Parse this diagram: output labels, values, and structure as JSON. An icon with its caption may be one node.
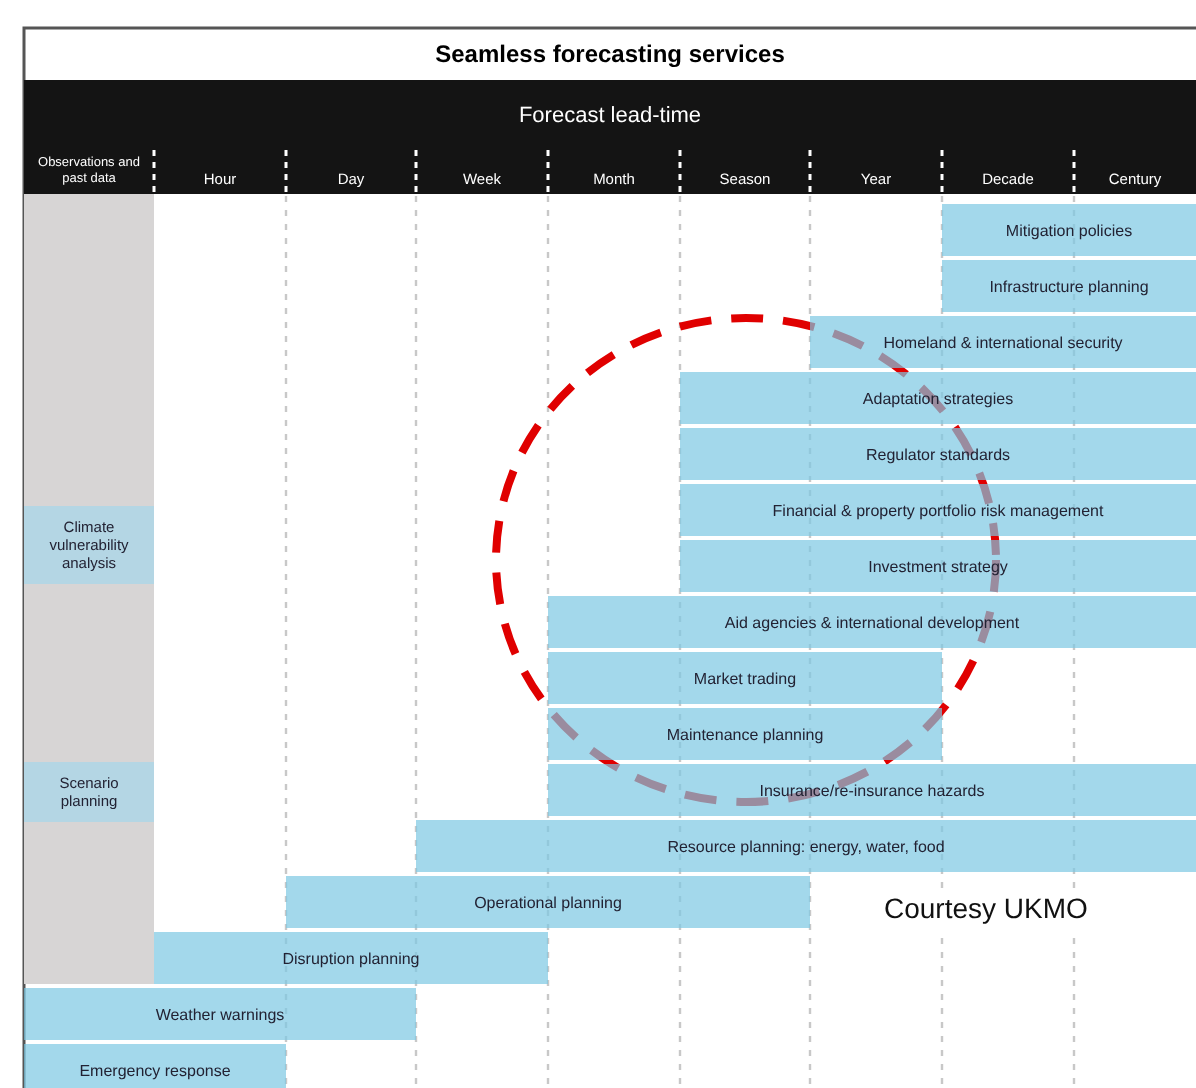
{
  "diagram": {
    "title": "Seamless forecasting services",
    "nodes": [
      {
        "text": [
          "Forecast lead-time"
        ]
      },
      {
        "text": [],
        "shape": "bar"
      },
      {
        "text": [
          "Climate vulnerability analysis"
        ],
        "in": 1
      },
      {
        "text": [
          "Scenario planning"
        ],
        "in": 1
      },
      {
        "text": [
          "Mitigation policies"
        ]
      },
      {
        "text": [
          "Infrastructure planning"
        ]
      },
      {
        "text": [
          "Homeland & international security"
        ]
      },
      {
        "text": [
          "Adaptation strategies"
        ]
      },
      {
        "text": [
          "Regulator standards"
        ]
      },
      {
        "text": [
          "Financial & property portfolio risk management"
        ]
      },
      {
        "text": [
          "Investment strategy"
        ]
      },
      {
        "text": [
          "Aid agencies & international development"
        ]
      },
      {
        "text": [
          "Market trading"
        ]
      },
      {
        "text": [
          "Maintenance planning"
        ]
      },
      {
        "text": [
          "Insurance/re-insurance hazards"
        ]
      },
      {
        "text": [
          "Resource planning: energy, water, food"
        ]
      },
      {
        "text": [
          "Operational planning"
        ]
      },
      {
        "text": [
          "Disruption planning"
        ]
      },
      {
        "text": [
          "Weather warnings"
        ]
      },
      {
        "text": [
          "Emergency response"
        ]
      }
    ],
    "edges": [],
    "labels": [
      "Observations and past data",
      "Hour",
      "Day",
      "Week",
      "Month",
      "Season",
      "Year",
      "Decade",
      "Century",
      "Courtesy UKMO"
    ]
  }
}
